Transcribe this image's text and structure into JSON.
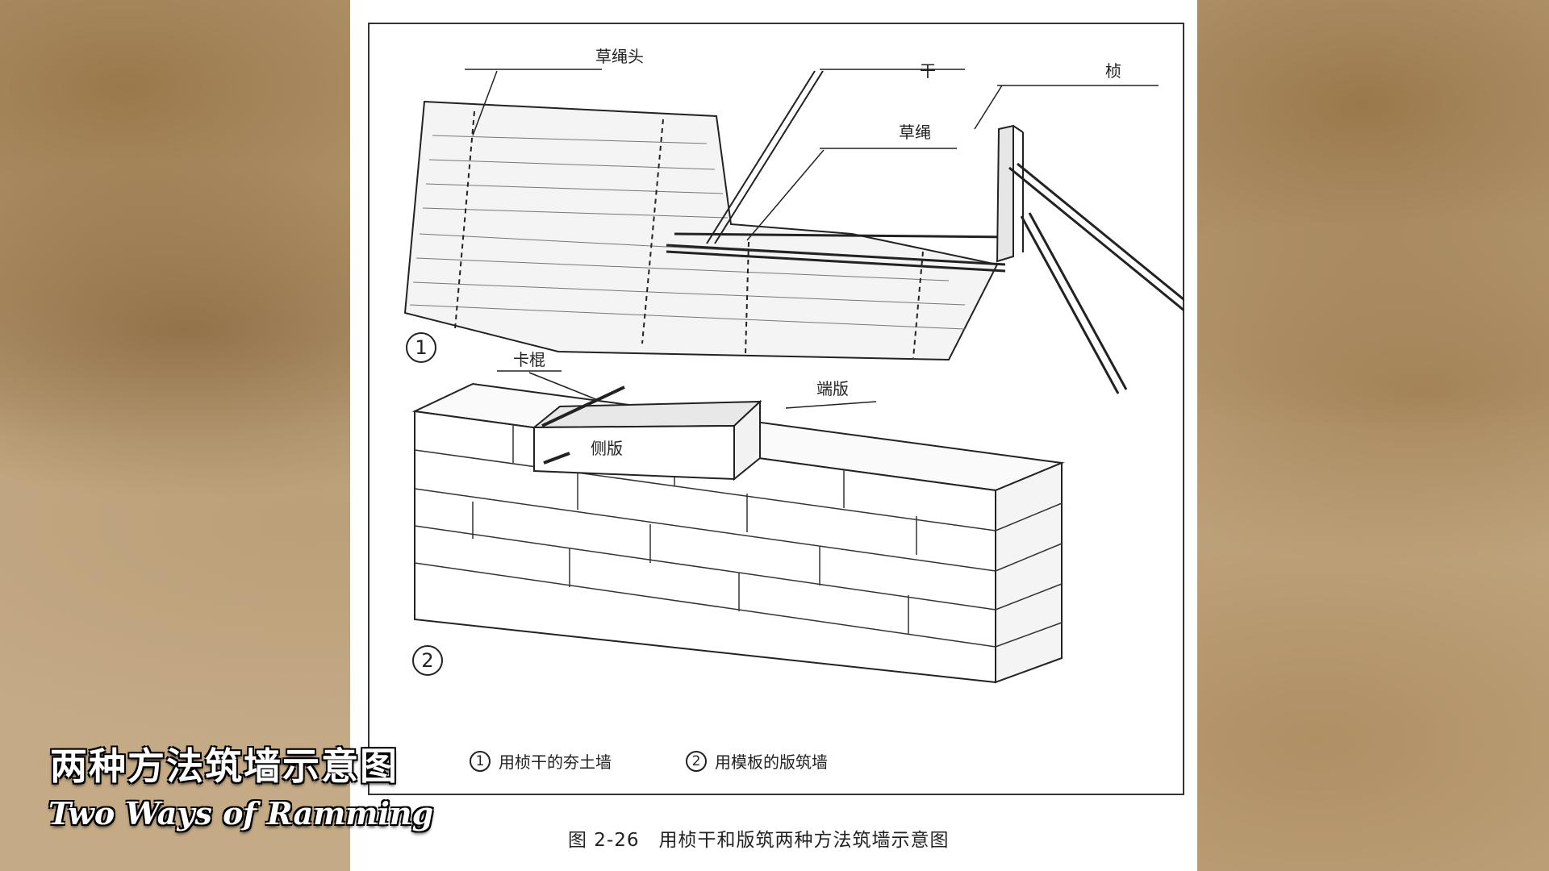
{
  "labels": {
    "caoshengtou": "草绳头",
    "gan": "干",
    "zhen": "桢",
    "caosheng": "草绳",
    "kagun": "卡棍",
    "duanban": "端版",
    "ceban": "侧版"
  },
  "markers": {
    "one": "1",
    "two": "2"
  },
  "legend": [
    {
      "num": "1",
      "text": "用桢干的夯土墙"
    },
    {
      "num": "2",
      "text": "用模板的版筑墙"
    }
  ],
  "caption": "图 2-26　用桢干和版筑两种方法筑墙示意图",
  "overlay": {
    "title_cn": "两种方法筑墙示意图",
    "title_en": "Two Ways of Ramming"
  }
}
